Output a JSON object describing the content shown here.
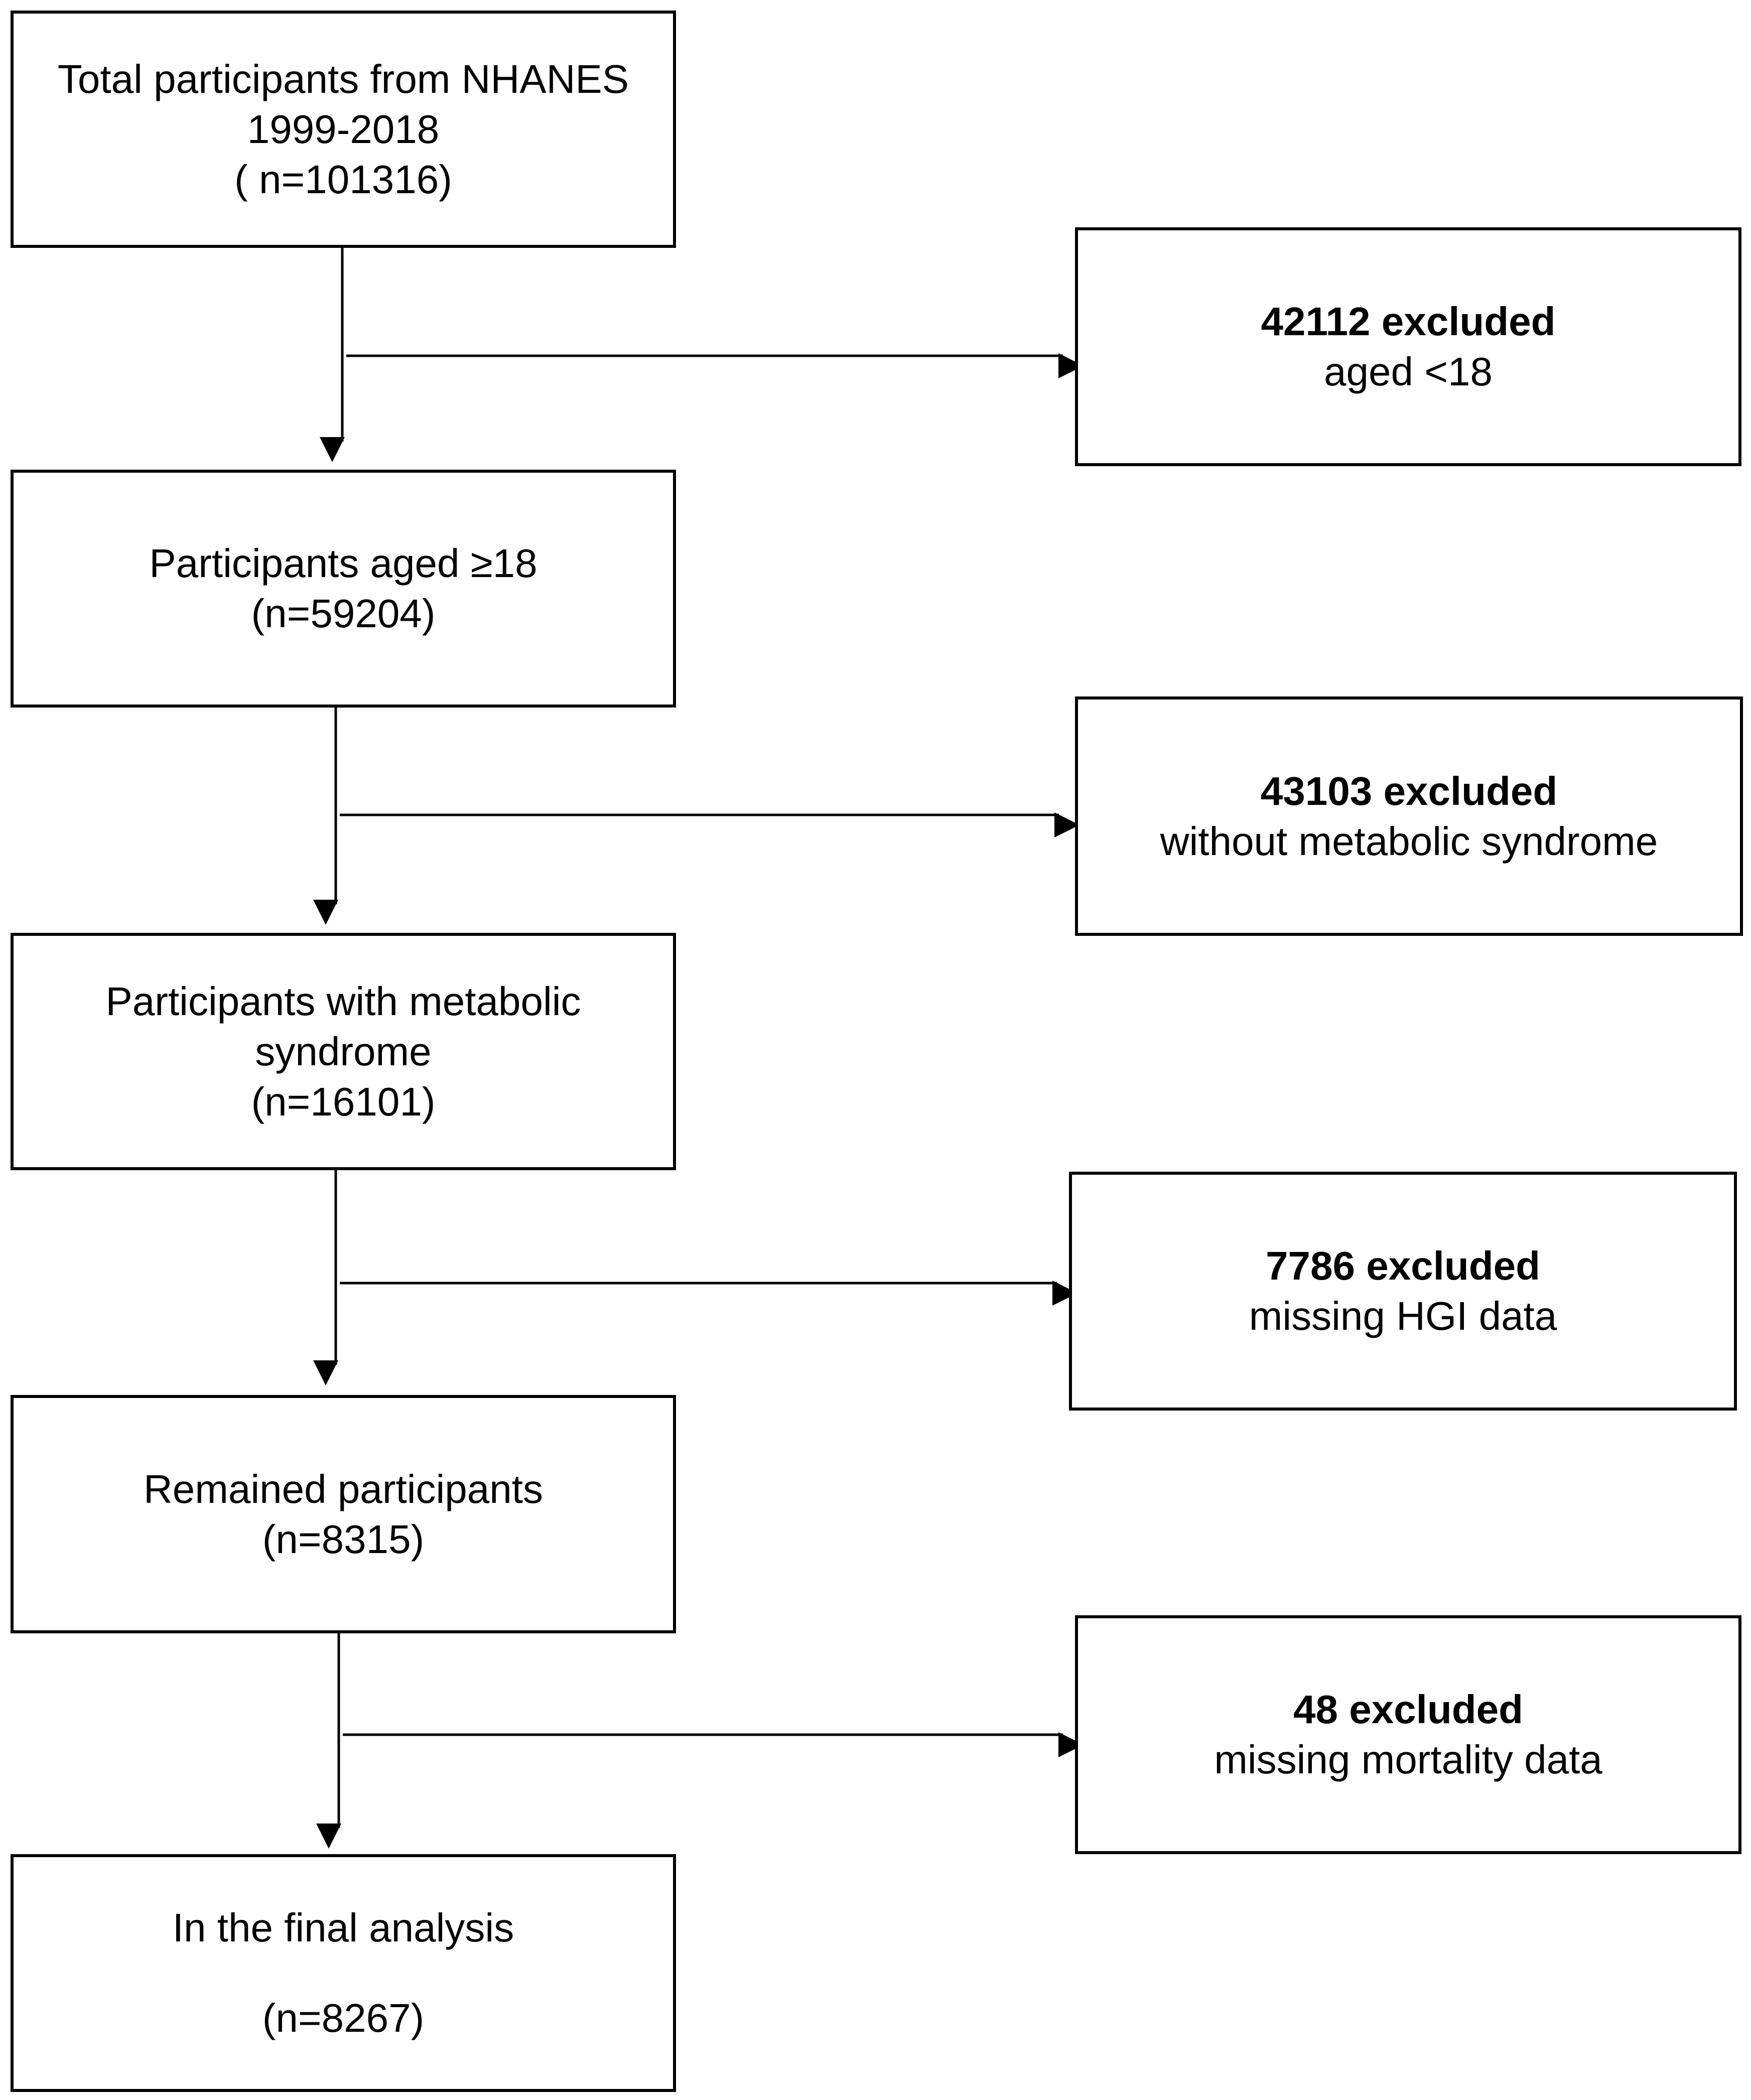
{
  "main_steps": [
    {
      "lines": [
        "Total participants from NHANES",
        "1999-2018",
        "( n=101316)"
      ]
    },
    {
      "lines": [
        "Participants aged ≥18",
        "(n=59204)"
      ]
    },
    {
      "lines": [
        "Participants with metabolic",
        "syndrome",
        "(n=16101)"
      ]
    },
    {
      "lines": [
        "Remained participants",
        "(n=8315)"
      ]
    },
    {
      "lines": [
        "In the final analysis",
        "(n=8267)"
      ]
    }
  ],
  "exclusions": [
    {
      "count": "42112 excluded",
      "reason": "aged <18"
    },
    {
      "count": "43103 excluded",
      "reason": "without metabolic syndrome"
    },
    {
      "count": "7786 excluded",
      "reason": "missing HGI data"
    },
    {
      "count": "48 excluded",
      "reason": "missing mortality data"
    }
  ]
}
